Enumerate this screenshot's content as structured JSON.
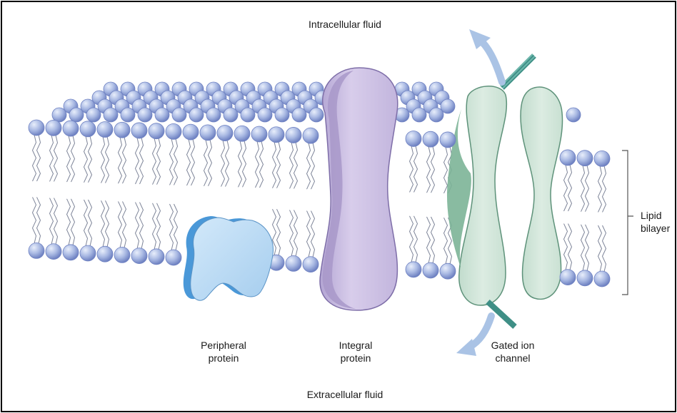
{
  "labels": {
    "intracellular": "Intracellular fluid",
    "extracellular": "Extracellular fluid",
    "peripheral_line1": "Peripheral",
    "peripheral_line2": "protein",
    "integral_line1": "Integral",
    "integral_line2": "protein",
    "gated_line1": "Gated ion",
    "gated_line2": "channel",
    "lipid_line1": "Lipid",
    "lipid_line2": "bilayer"
  },
  "colors": {
    "lipid_head": "#a9b9e3",
    "lipid_head_dark": "#6f82c2",
    "lipid_tail": "#7d8498",
    "peripheral_protein": "#b7d9f3",
    "peripheral_shade": "#4a98d8",
    "integral_protein": "#cfc3e3",
    "integral_shade": "#a898c9",
    "channel": "#d2e6da",
    "channel_shade": "#7cb497",
    "gate": "#3f8f86",
    "arrow": "#aac3e5",
    "frame": "#000000"
  }
}
